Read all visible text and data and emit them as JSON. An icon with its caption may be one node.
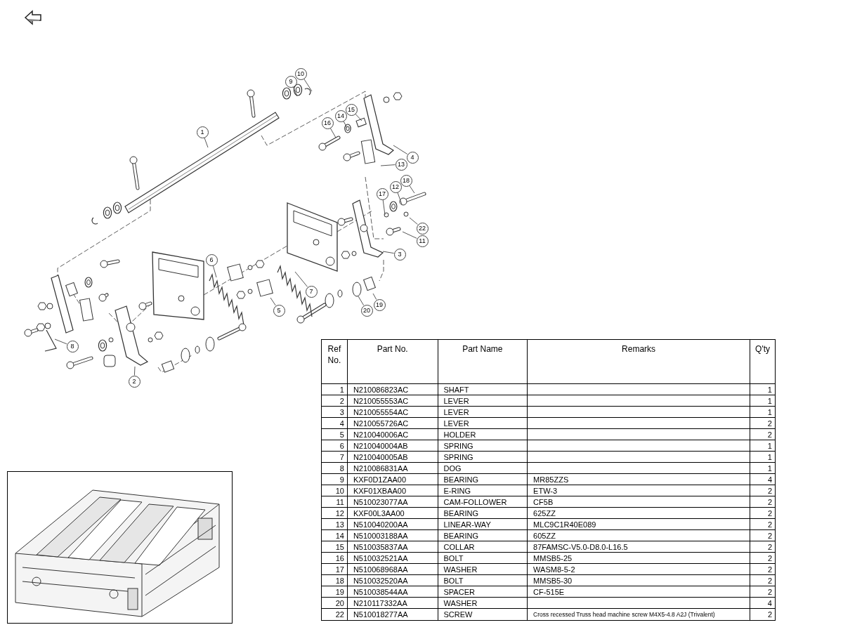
{
  "diagram": {
    "nodes": [
      {
        "text": [
          "10"
        ]
      },
      {
        "text": [
          "9"
        ]
      },
      {
        "text": [
          "15"
        ]
      },
      {
        "text": [
          "14"
        ]
      },
      {
        "text": [
          "16"
        ]
      },
      {
        "text": [
          "1"
        ]
      },
      {
        "text": [
          "4"
        ]
      },
      {
        "text": [
          "13"
        ]
      },
      {
        "text": [
          "18"
        ]
      },
      {
        "text": [
          "12"
        ]
      },
      {
        "text": [
          "17"
        ]
      },
      {
        "text": [
          "22"
        ]
      },
      {
        "text": [
          "11"
        ]
      },
      {
        "text": [
          "3"
        ]
      },
      {
        "text": [
          "6"
        ]
      },
      {
        "text": [
          "7"
        ]
      },
      {
        "text": [
          "19"
        ]
      },
      {
        "text": [
          "5"
        ]
      },
      {
        "text": [
          "20"
        ]
      },
      {
        "text": [
          "8"
        ]
      },
      {
        "text": [
          "2"
        ]
      },
      {
        "text": [],
        "shape": "box"
      },
      {
        "text": [
          "Ref No.",
          "Part No.",
          "Part Name",
          "Remarks",
          "Q'ty"
        ],
        "in": 21
      },
      {
        "text": [
          "1",
          "N210086823AC",
          "SHAFT",
          "1"
        ],
        "in": 21
      },
      {
        "text": [
          "2",
          "N210055553AC",
          "LEVER",
          "1"
        ],
        "in": 21
      },
      {
        "text": [
          "3",
          "N210055554AC",
          "LEVER",
          "1"
        ],
        "in": 21
      },
      {
        "text": [
          "4",
          "N210055726AC",
          "LEVER",
          "2"
        ],
        "in": 21
      },
      {
        "text": [
          "5",
          "N210040006AC",
          "HOLDER",
          "2"
        ],
        "in": 21
      },
      {
        "text": [
          "6",
          "N210040004AB",
          "SPRING",
          "1"
        ],
        "in": 21
      },
      {
        "text": [
          "7",
          "N210040005AB",
          "SPRING",
          "1"
        ],
        "in": 21
      },
      {
        "text": [
          "8",
          "N210086831AA",
          "DOG",
          "1"
        ],
        "in": 21
      },
      {
        "text": [
          "9",
          "KXF0D1ZAA00",
          "BEARING",
          "MR85ZZS",
          "4"
        ],
        "in": 21
      },
      {
        "text": [
          "10",
          "KXF01XBAA00",
          "E-RING",
          "ETW-3",
          "2"
        ],
        "in": 21
      },
      {
        "text": [
          "11",
          "N510023077AA",
          "CAM-FOLLOWER",
          "CF5B",
          "2"
        ],
        "in": 21
      },
      {
        "text": [
          "12",
          "KXF00L3AA00",
          "BEARING",
          "625ZZ",
          "2"
        ],
        "in": 21
      },
      {
        "text": [
          "13",
          "N510040200AA",
          "LINEAR-WAY",
          "MLC9C1R40E089",
          "2"
        ],
        "in": 21
      },
      {
        "text": [
          "14",
          "N510003188AA",
          "BEARING",
          "605ZZ",
          "2"
        ],
        "in": 21
      },
      {
        "text": [
          "15",
          "N510035837AA",
          "COLLAR",
          "87FAMSC-V5.0-D8.0-L16.5",
          "2"
        ],
        "in": 21
      },
      {
        "text": [
          "16",
          "N510032521AA",
          "BOLT",
          "MMSB5-25",
          "2"
        ],
        "in": 21
      },
      {
        "text": [
          "17",
          "N510068968AA",
          "WASHER",
          "WASM8-5-2",
          "2"
        ],
        "in": 21
      },
      {
        "text": [
          "18",
          "N510032520AA",
          "BOLT",
          "MMSB5-30",
          "2"
        ],
        "in": 21
      },
      {
        "text": [
          "19",
          "N510038544AA",
          "SPACER",
          "CF-515E",
          "2"
        ],
        "in": 21
      },
      {
        "text": [
          "20",
          "N210117332AA",
          "WASHER",
          "4"
        ],
        "in": 21
      },
      {
        "text": [
          "22",
          "N510018277AA",
          "SCREW",
          "Cross recessed Truss head machine screw M4X5-4.8 A2J (Trivalent)",
          "2"
        ],
        "in": 21
      }
    ],
    "edges": [
      {
        "from": 0,
        "to": null,
        "arrow": "none"
      },
      {
        "from": 1,
        "to": null,
        "arrow": "none"
      },
      {
        "from": 2,
        "to": null,
        "arrow": "none"
      },
      {
        "from": 3,
        "to": null,
        "arrow": "none"
      },
      {
        "from": 4,
        "to": null,
        "arrow": "none"
      },
      {
        "from": 5,
        "to": null,
        "arrow": "none"
      },
      {
        "from": 6,
        "to": null,
        "arrow": "none"
      },
      {
        "from": 7,
        "to": null,
        "arrow": "none"
      },
      {
        "from": 8,
        "to": null,
        "arrow": "none"
      },
      {
        "from": 9,
        "to": null,
        "arrow": "none"
      },
      {
        "from": 10,
        "to": null,
        "arrow": "none"
      },
      {
        "from": 11,
        "to": null,
        "arrow": "none"
      },
      {
        "from": 12,
        "to": null,
        "arrow": "none"
      },
      {
        "from": 13,
        "to": null,
        "arrow": "none"
      },
      {
        "from": 14,
        "to": null,
        "arrow": "none"
      },
      {
        "from": 15,
        "to": null,
        "arrow": "none"
      },
      {
        "from": 16,
        "to": null,
        "arrow": "none"
      },
      {
        "from": 17,
        "to": null,
        "arrow": "none"
      },
      {
        "from": 18,
        "to": null,
        "arrow": "none"
      },
      {
        "from": 19,
        "to": null,
        "arrow": "none"
      },
      {
        "from": 20,
        "to": null,
        "arrow": "none"
      }
    ]
  }
}
